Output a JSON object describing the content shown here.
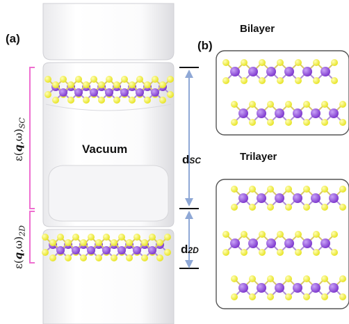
{
  "panel_labels": {
    "a": "(a)",
    "b": "(b)"
  },
  "panel_b_titles": {
    "bilayer": "Bilayer",
    "trilayer": "Trilayer"
  },
  "vacuum_label": "Vacuum",
  "dimension_labels": {
    "d_sc": {
      "base": "d",
      "sub": "SC"
    },
    "d_2d": {
      "base": "d",
      "sub": "2D"
    }
  },
  "dielectric_labels": {
    "sc": {
      "prefix": "ε(",
      "q": "q",
      "rest": ",ω)",
      "sub": "SC"
    },
    "twod": {
      "prefix": "ε(",
      "q": "q",
      "rest": ",ω)",
      "sub": "2D"
    }
  },
  "colors": {
    "metal_atom": "#8a44d8",
    "chalcogen_atom": "#f2ef2e",
    "bracket": "#ee6fd0",
    "dimension_arrow": "#8fa8d6",
    "box_border": "#555555"
  }
}
